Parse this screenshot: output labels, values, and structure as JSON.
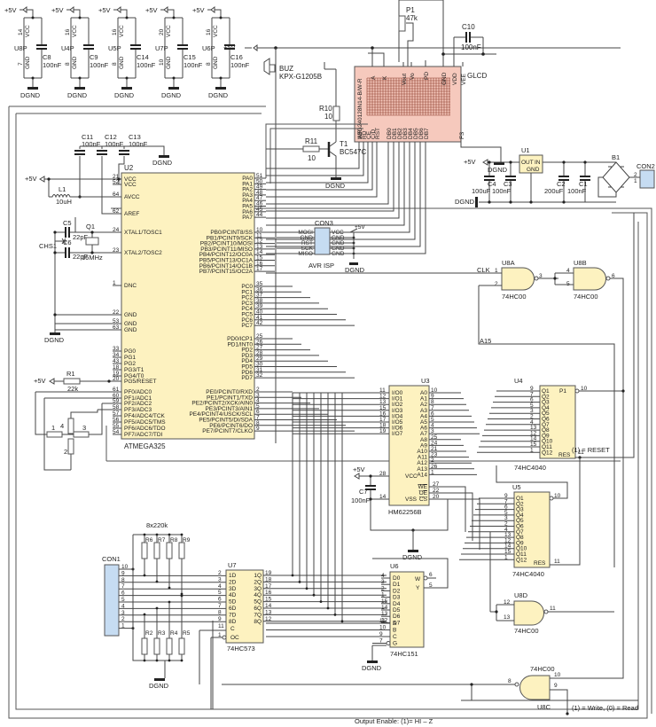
{
  "title": "ATMEGA325 logic analyzer schematic",
  "power_label": "+5V",
  "gnd_label": "DGND",
  "decoupling": [
    {
      "pins": [
        "14",
        "7"
      ],
      "ref": "U8P",
      "cap": "C8",
      "value": "100nF"
    },
    {
      "pins": [
        "16",
        "8"
      ],
      "ref": "U4P",
      "cap": "C9",
      "value": "100nF"
    },
    {
      "pins": [
        "16",
        "8"
      ],
      "ref": "U5P",
      "cap": "C14",
      "value": "100nF"
    },
    {
      "pins": [
        "20",
        "10"
      ],
      "ref": "U7P",
      "cap": "C15",
      "value": "100nF"
    },
    {
      "pins": [
        "16",
        "8"
      ],
      "ref": "U6P",
      "cap": "C16",
      "value": "100nF"
    }
  ],
  "vcc_label": "VCC",
  "gnd_pin_label": "GND",
  "buzzer": {
    "ref": "BUZ",
    "part": "KPX-G1205B"
  },
  "pot": {
    "ref": "P1",
    "value": "47k"
  },
  "c10": {
    "ref": "C10",
    "value": "100nF"
  },
  "r10": {
    "ref": "R10",
    "value": "10"
  },
  "r11": {
    "ref": "R11",
    "value": "10"
  },
  "t1": {
    "ref": "T1",
    "part": "BC547C"
  },
  "glcd": {
    "ref": "GLCD",
    "part": "ABG240128N14-B/W-R",
    "top_pins": [
      "A",
      "K",
      "Vout",
      "Vo",
      "PD",
      "GND",
      "VDD",
      "VEE"
    ],
    "bottom_pins": [
      "WR",
      "RD",
      "CE",
      "C/D",
      "RST",
      "DB0",
      "DB1",
      "DB2",
      "DB3",
      "DB4",
      "DB5",
      "DB6",
      "DB7",
      "FS"
    ]
  },
  "psu": {
    "u1": {
      "ref": "U1",
      "out": "OUT",
      "in": "IN",
      "gnd": "GND"
    },
    "c4": {
      "ref": "C4",
      "value": "100uF"
    },
    "c3": {
      "ref": "C3",
      "value": "100nF"
    },
    "c2": {
      "ref": "C2",
      "value": "200uF"
    },
    "c1": {
      "ref": "C1",
      "value": "100nF"
    },
    "b1": "B1",
    "con2": "CON2",
    "con2_pins": [
      "2",
      "1"
    ]
  },
  "u2": {
    "ref": "U2",
    "part": "ATMEGA325",
    "left_pins": [
      {
        "n": "21",
        "name": "VCC"
      },
      {
        "n": "52",
        "name": "VCC"
      },
      {
        "n": "64",
        "name": "AVCC"
      },
      {
        "n": "62",
        "name": "AREF"
      },
      {
        "n": "24",
        "name": "XTAL1/TOSC1"
      },
      {
        "n": "23",
        "name": "XTAL2/TOSC2"
      },
      {
        "n": "1",
        "name": "DNC"
      },
      {
        "n": "22",
        "name": "GND"
      },
      {
        "n": "53",
        "name": "GND"
      },
      {
        "n": "63",
        "name": "GND"
      },
      {
        "n": "33",
        "name": "PG0"
      },
      {
        "n": "34",
        "name": "PG1"
      },
      {
        "n": "43",
        "name": "PG2"
      },
      {
        "n": "18",
        "name": "PG3/T1"
      },
      {
        "n": "19",
        "name": "PG4/T0"
      },
      {
        "n": "20",
        "name": "PG5/RESET"
      },
      {
        "n": "61",
        "name": "PF0/ADC0"
      },
      {
        "n": "60",
        "name": "PF1/ADC1"
      },
      {
        "n": "59",
        "name": "PF2/ADC2"
      },
      {
        "n": "58",
        "name": "PF3/ADC3"
      },
      {
        "n": "57",
        "name": "PF4/ADC4/TCK"
      },
      {
        "n": "56",
        "name": "PF5/ADC5/TMS"
      },
      {
        "n": "55",
        "name": "PF6/ADC6/TDO"
      },
      {
        "n": "54",
        "name": "PF7/ADC7/TDI"
      }
    ],
    "right_pins": [
      {
        "n": "51",
        "name": "PA0"
      },
      {
        "n": "50",
        "name": "PA1"
      },
      {
        "n": "49",
        "name": "PA2"
      },
      {
        "n": "48",
        "name": "PA3"
      },
      {
        "n": "47",
        "name": "PA4"
      },
      {
        "n": "46",
        "name": "PA5"
      },
      {
        "n": "45",
        "name": "PA6"
      },
      {
        "n": "44",
        "name": "PA7"
      },
      {
        "n": "10",
        "name": "PB0/PCINT8/SS"
      },
      {
        "n": "11",
        "name": "PB1/PCINT9/SCK"
      },
      {
        "n": "12",
        "name": "PB2/PCINT10/MOSI"
      },
      {
        "n": "13",
        "name": "PB3/PCINT11/MISO"
      },
      {
        "n": "14",
        "name": "PB4/PCINT12/OC0A"
      },
      {
        "n": "15",
        "name": "PB5/PCINT13/OC1A"
      },
      {
        "n": "16",
        "name": "PB6/PCINT14/OC1B"
      },
      {
        "n": "17",
        "name": "PB7/PCINT15/OC2A"
      },
      {
        "n": "35",
        "name": "PC0"
      },
      {
        "n": "36",
        "name": "PC1"
      },
      {
        "n": "37",
        "name": "PC2"
      },
      {
        "n": "38",
        "name": "PC3"
      },
      {
        "n": "39",
        "name": "PC4"
      },
      {
        "n": "40",
        "name": "PC5"
      },
      {
        "n": "41",
        "name": "PC6"
      },
      {
        "n": "42",
        "name": "PC7"
      },
      {
        "n": "25",
        "name": "PD0/ICP1"
      },
      {
        "n": "26",
        "name": "PD1/INT0"
      },
      {
        "n": "27",
        "name": "PD2"
      },
      {
        "n": "28",
        "name": "PD3"
      },
      {
        "n": "29",
        "name": "PD4"
      },
      {
        "n": "30",
        "name": "PD5"
      },
      {
        "n": "31",
        "name": "PD6"
      },
      {
        "n": "32",
        "name": "PD7"
      },
      {
        "n": "2",
        "name": "PE0/PCINT0/RXD"
      },
      {
        "n": "3",
        "name": "PE1/PCINT1/TXD"
      },
      {
        "n": "4",
        "name": "PE2/PCINT2/XCK/AIN0"
      },
      {
        "n": "5",
        "name": "PE3/PCINT3/AIN1"
      },
      {
        "n": "6",
        "name": "PE4/PCINT4/USCK/SCL"
      },
      {
        "n": "7",
        "name": "PE5/PCINT5/DI/SDA"
      },
      {
        "n": "8",
        "name": "PE6/PCINT6/DO"
      },
      {
        "n": "9",
        "name": "PE7/PCINT7/CLKO"
      }
    ]
  },
  "c11": {
    "ref": "C11",
    "value": "100nF"
  },
  "c12": {
    "ref": "C12",
    "value": "100nF"
  },
  "c13": {
    "ref": "C13",
    "value": "100nF"
  },
  "l1": {
    "ref": "L1",
    "value": "10uH"
  },
  "c5": {
    "ref": "C5",
    "value": "22pF"
  },
  "c6": {
    "ref": "C6",
    "value": "22pF"
  },
  "chs1": "CHS1",
  "q1": {
    "ref": "Q1",
    "value": "16MHz"
  },
  "r1": {
    "ref": "R1",
    "value": "22k"
  },
  "joystick": [
    "1",
    "2",
    "3",
    "4"
  ],
  "con3": {
    "ref": "CON3",
    "name": "AVR ISP",
    "left": [
      "MOSI",
      "GND",
      "RST",
      "SCK",
      "MISO"
    ],
    "right": [
      "VCC",
      "GND",
      "GND",
      "GND",
      "GND"
    ]
  },
  "u8a": {
    "ref": "U8A",
    "part": "74HC00",
    "clk": "CLK",
    "pins": [
      "1",
      "2",
      "3"
    ]
  },
  "u8b": {
    "ref": "U8B",
    "part": "74HC00",
    "pins": [
      "4",
      "5",
      "6"
    ]
  },
  "a15": "A15",
  "u3": {
    "ref": "U3",
    "part": "HM62256B",
    "io": [
      {
        "n": "11",
        "name": "I/O0"
      },
      {
        "n": "12",
        "name": "I/O1"
      },
      {
        "n": "13",
        "name": "I/O2"
      },
      {
        "n": "15",
        "name": "I/O3"
      },
      {
        "n": "16",
        "name": "I/O4"
      },
      {
        "n": "17",
        "name": "I/O5"
      },
      {
        "n": "18",
        "name": "I/O6"
      },
      {
        "n": "19",
        "name": "I/O7"
      }
    ],
    "addr": [
      {
        "n": "10",
        "name": "A0"
      },
      {
        "n": "9",
        "name": "A1"
      },
      {
        "n": "8",
        "name": "A2"
      },
      {
        "n": "7",
        "name": "A3"
      },
      {
        "n": "6",
        "name": "A4"
      },
      {
        "n": "5",
        "name": "A5"
      },
      {
        "n": "4",
        "name": "A6"
      },
      {
        "n": "3",
        "name": "A7"
      },
      {
        "n": "25",
        "name": "A8"
      },
      {
        "n": "24",
        "name": "A9"
      },
      {
        "n": "21",
        "name": "A10"
      },
      {
        "n": "23",
        "name": "A11"
      },
      {
        "n": "2",
        "name": "A12"
      },
      {
        "n": "26",
        "name": "A13"
      },
      {
        "n": "1",
        "name": "A14"
      }
    ],
    "ctrl": [
      {
        "n": "27",
        "name": "WE"
      },
      {
        "n": "22",
        "name": "OE"
      },
      {
        "n": "20",
        "name": "CS"
      }
    ],
    "vcc": {
      "n": "28",
      "name": "VCC"
    },
    "vss": {
      "n": "14",
      "name": "VSS"
    }
  },
  "c7": {
    "ref": "C7",
    "value": "100nF"
  },
  "u4": {
    "ref": "U4",
    "part": "74HC4040",
    "q": [
      {
        "n": "9",
        "name": "Q1"
      },
      {
        "n": "7",
        "name": "Q2"
      },
      {
        "n": "6",
        "name": "Q3"
      },
      {
        "n": "5",
        "name": "Q4"
      },
      {
        "n": "3",
        "name": "Q5"
      },
      {
        "n": "2",
        "name": "Q6"
      },
      {
        "n": "4",
        "name": "Q7"
      },
      {
        "n": "13",
        "name": "Q8"
      },
      {
        "n": "12",
        "name": "Q9"
      },
      {
        "n": "14",
        "name": "Q10"
      },
      {
        "n": "15",
        "name": "Q11"
      },
      {
        "n": "1",
        "name": "Q12"
      }
    ],
    "p1": {
      "n": "10",
      "name": "P1"
    },
    "res": {
      "n": "11",
      "name": "RES"
    }
  },
  "u5": {
    "ref": "U5",
    "part": "74HC4040",
    "p1": {
      "n": "10"
    },
    "res": {
      "n": "11",
      "name": "RES"
    }
  },
  "reset_note": "(1) = RESET",
  "u8d": {
    "ref": "U8D",
    "part": "74HC00",
    "pins": [
      "12",
      "13",
      "11"
    ]
  },
  "u8c": {
    "ref": "U8C",
    "part": "74HC00",
    "pins": [
      "10",
      "9",
      "8"
    ]
  },
  "rw_note": "(1) = Write, (0) = Read",
  "oe_note": "Output Enable: (1)= HI – Z",
  "resnet": {
    "label": "8x220k",
    "top": [
      "R6",
      "R7",
      "R8",
      "R9"
    ],
    "bottom": [
      "R2",
      "R3",
      "R4",
      "R5"
    ]
  },
  "con1": {
    "ref": "CON1",
    "pins": [
      "10",
      "9",
      "8",
      "7",
      "6",
      "5",
      "4",
      "3",
      "2",
      "1"
    ]
  },
  "u7": {
    "ref": "U7",
    "part": "74HC573",
    "d": [
      {
        "n": "2",
        "name": "1D"
      },
      {
        "n": "3",
        "name": "2D"
      },
      {
        "n": "4",
        "name": "3D"
      },
      {
        "n": "5",
        "name": "4D"
      },
      {
        "n": "6",
        "name": "5D"
      },
      {
        "n": "7",
        "name": "6D"
      },
      {
        "n": "8",
        "name": "7D"
      },
      {
        "n": "9",
        "name": "8D"
      }
    ],
    "q": [
      {
        "n": "19",
        "name": "1Q"
      },
      {
        "n": "18",
        "name": "2Q"
      },
      {
        "n": "17",
        "name": "3Q"
      },
      {
        "n": "16",
        "name": "4Q"
      },
      {
        "n": "15",
        "name": "5Q"
      },
      {
        "n": "14",
        "name": "6Q"
      },
      {
        "n": "13",
        "name": "7Q"
      },
      {
        "n": "12",
        "name": "8Q"
      }
    ],
    "c": {
      "n": "11",
      "name": "C"
    },
    "oc": {
      "n": "1",
      "name": "OC"
    }
  },
  "u6": {
    "ref": "U6",
    "part": "74HC151",
    "d": [
      {
        "n": "4",
        "name": "D0"
      },
      {
        "n": "3",
        "name": "D1"
      },
      {
        "n": "2",
        "name": "D2"
      },
      {
        "n": "1",
        "name": "D3"
      },
      {
        "n": "15",
        "name": "D4"
      },
      {
        "n": "14",
        "name": "D5"
      },
      {
        "n": "13",
        "name": "D6"
      },
      {
        "n": "12",
        "name": "D7"
      }
    ],
    "sel": [
      {
        "n": "11",
        "name": "A"
      },
      {
        "n": "10",
        "name": "B"
      },
      {
        "n": "9",
        "name": "C"
      },
      {
        "n": "7",
        "name": "G"
      }
    ],
    "w": {
      "n": "6",
      "name": "W"
    },
    "y": {
      "n": "5",
      "name": "Y"
    }
  }
}
